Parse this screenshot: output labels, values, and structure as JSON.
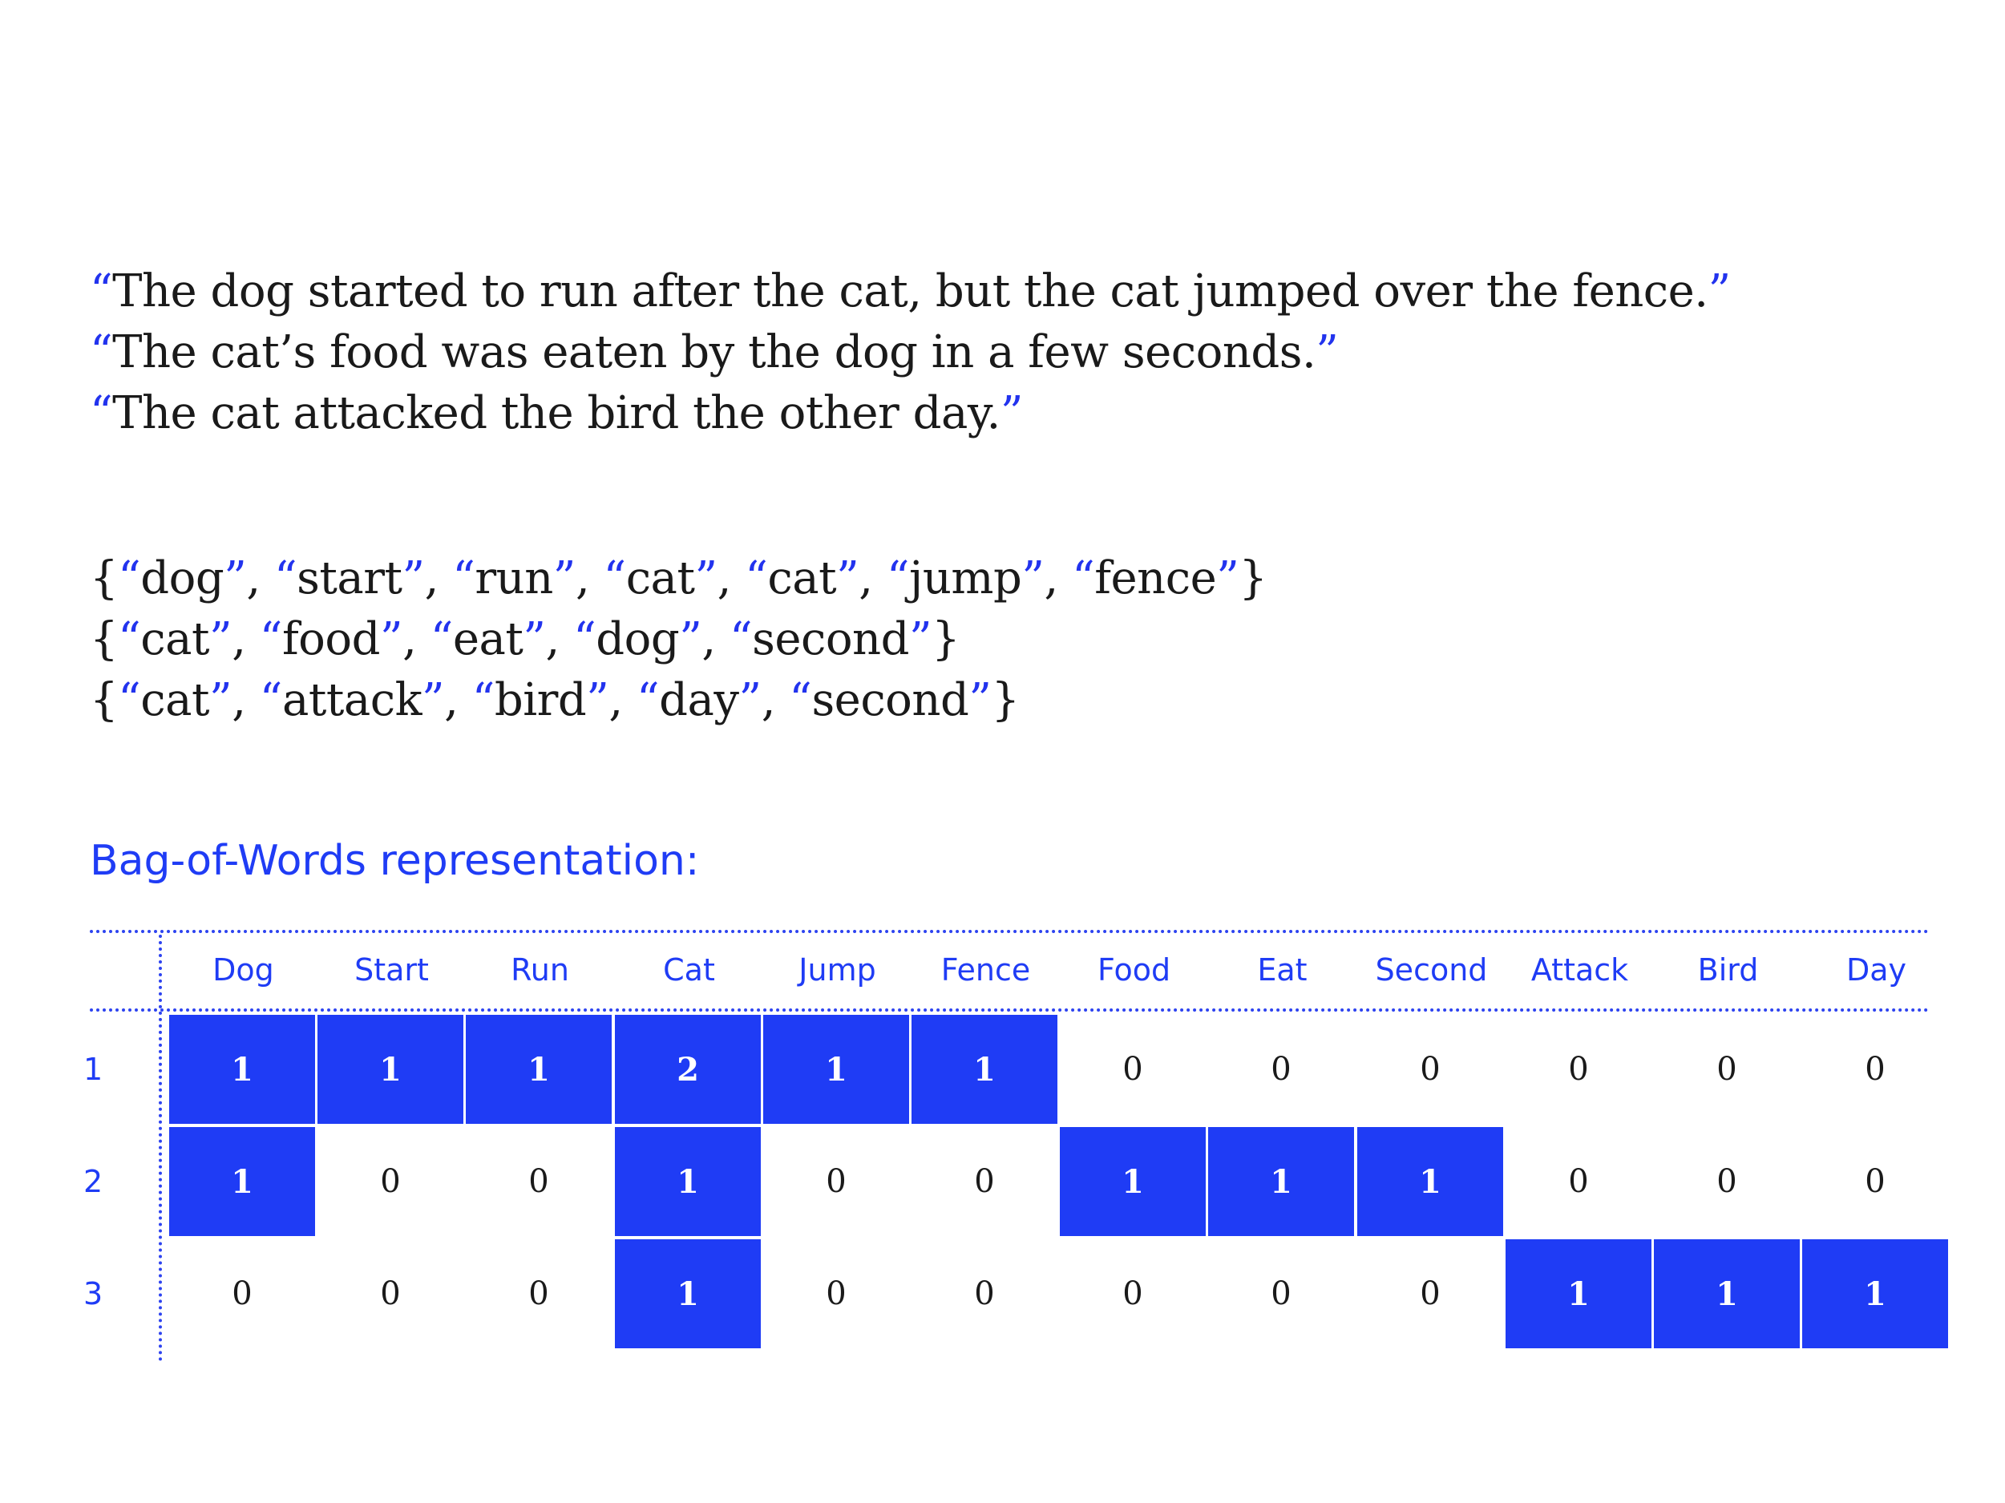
{
  "sentences": [
    {
      "open": "“",
      "text": "The dog started to run after the cat, but the cat jumped over the fence.",
      "close": "”"
    },
    {
      "open": "“",
      "text": "The cat’s food was eaten by the dog in a few seconds.",
      "close": "”"
    },
    {
      "open": "“",
      "text": "The cat attacked the bird the other day.",
      "close": "”"
    }
  ],
  "token_sets": [
    [
      "dog",
      "start",
      "run",
      "cat",
      "cat",
      "jump",
      "fence"
    ],
    [
      "cat",
      "food",
      "eat",
      "dog",
      "second"
    ],
    [
      "cat",
      "attack",
      "bird",
      "day",
      "second"
    ]
  ],
  "bow_title": "Bag-of-Words representation:",
  "columns": [
    "Dog",
    "Start",
    "Run",
    "Cat",
    "Jump",
    "Fence",
    "Food",
    "Eat",
    "Second",
    "Attack",
    "Bird",
    "Day"
  ],
  "rows": [
    {
      "label": "1",
      "values": [
        1,
        1,
        1,
        2,
        1,
        1,
        0,
        0,
        0,
        0,
        0,
        0
      ]
    },
    {
      "label": "2",
      "values": [
        1,
        0,
        0,
        1,
        0,
        0,
        1,
        1,
        1,
        0,
        0,
        0
      ]
    },
    {
      "label": "3",
      "values": [
        0,
        0,
        0,
        1,
        0,
        0,
        0,
        0,
        0,
        1,
        1,
        1
      ]
    }
  ],
  "colors": {
    "accent": "#1f3cf5",
    "text": "#1a1a1a",
    "cell_text_on": "#ffffff"
  }
}
